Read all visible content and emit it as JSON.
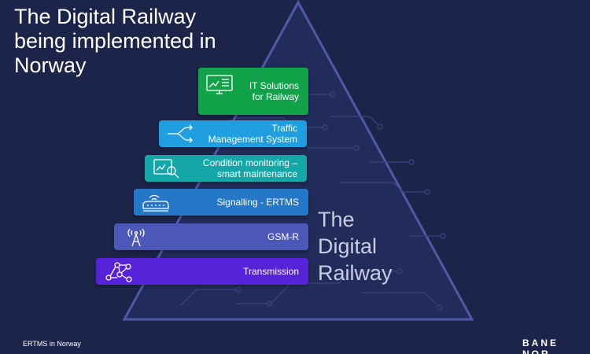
{
  "title": "The Digital Railway being implemented in Norway",
  "pyramid_label": "The Digital Railway",
  "layers": [
    {
      "label": "IT Solutions\nfor Railway",
      "color": "#12a24a",
      "icon": "monitor-chart-icon"
    },
    {
      "label": "Traffic\nManagement System",
      "color": "#1f9ee0",
      "icon": "branching-arrows-icon"
    },
    {
      "label": "Condition monitoring –\nsmart maintenance",
      "color": "#15a7a7",
      "icon": "magnifier-chart-icon"
    },
    {
      "label": "Signalling - ERTMS",
      "color": "#2577c8",
      "icon": "train-signal-icon"
    },
    {
      "label": "GSM-R",
      "color": "#4b58b8",
      "icon": "radio-mast-icon"
    },
    {
      "label": "Transmission",
      "color": "#5623d8",
      "icon": "network-nodes-icon"
    }
  ],
  "footer": "ERTMS in Norway",
  "logo": "BANE NOR"
}
